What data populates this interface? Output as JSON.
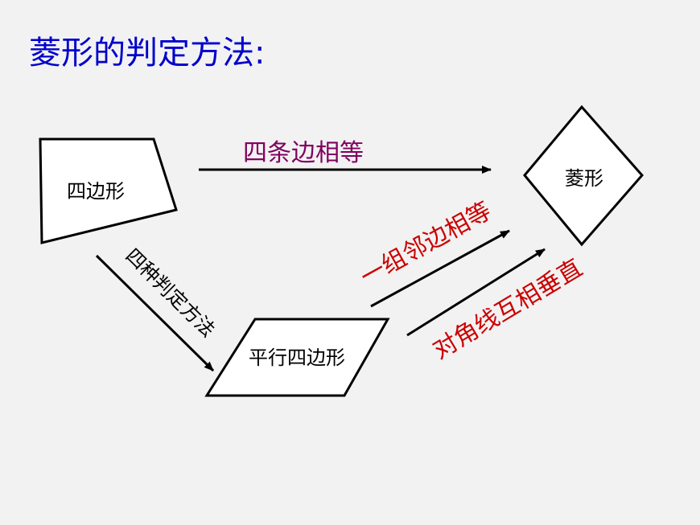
{
  "title": "菱形的判定方法:",
  "colors": {
    "title": "#0000cc",
    "label_purple": "#800060",
    "label_red": "#cc0000",
    "background": "#f2f2f2"
  },
  "nodes": {
    "quadrilateral": "四边形",
    "parallelogram": "平行四边形",
    "rhombus": "菱形"
  },
  "arrows": {
    "four_sides_equal": "四条边相等",
    "four_methods": "四种判定方法",
    "adjacent_sides_equal": "一组邻边相等",
    "diagonals_perpendicular": "对角线互相垂直"
  }
}
